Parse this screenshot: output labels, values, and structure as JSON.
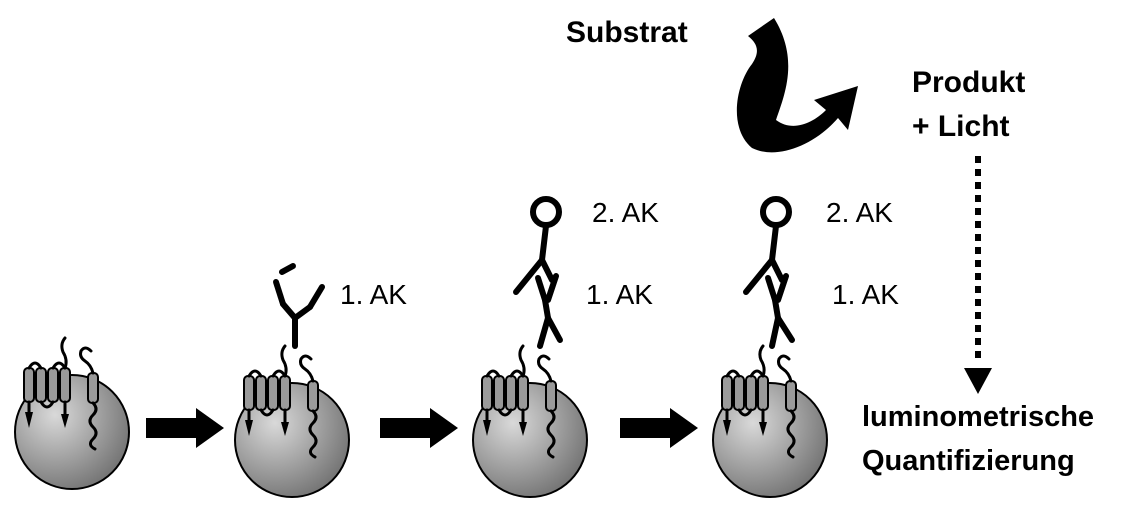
{
  "labels": {
    "substrate": "Substrat",
    "product_line1": "Produkt",
    "product_line2": "+ Licht",
    "detection_line1": "luminometrische",
    "detection_line2": "Quantifizierung",
    "first_antibody": "1. AK",
    "second_antibody": "2. AK"
  },
  "steps": [
    {
      "step": 1,
      "primary_antibody": false,
      "secondary_antibody": false
    },
    {
      "step": 2,
      "primary_antibody": true,
      "secondary_antibody": false
    },
    {
      "step": 3,
      "primary_antibody": true,
      "secondary_antibody": true
    },
    {
      "step": 4,
      "primary_antibody": true,
      "secondary_antibody": true
    }
  ],
  "colors": {
    "cell_fill_light": "#d9d9d9",
    "cell_fill_dark": "#6e6e6e",
    "ink": "#000000"
  }
}
